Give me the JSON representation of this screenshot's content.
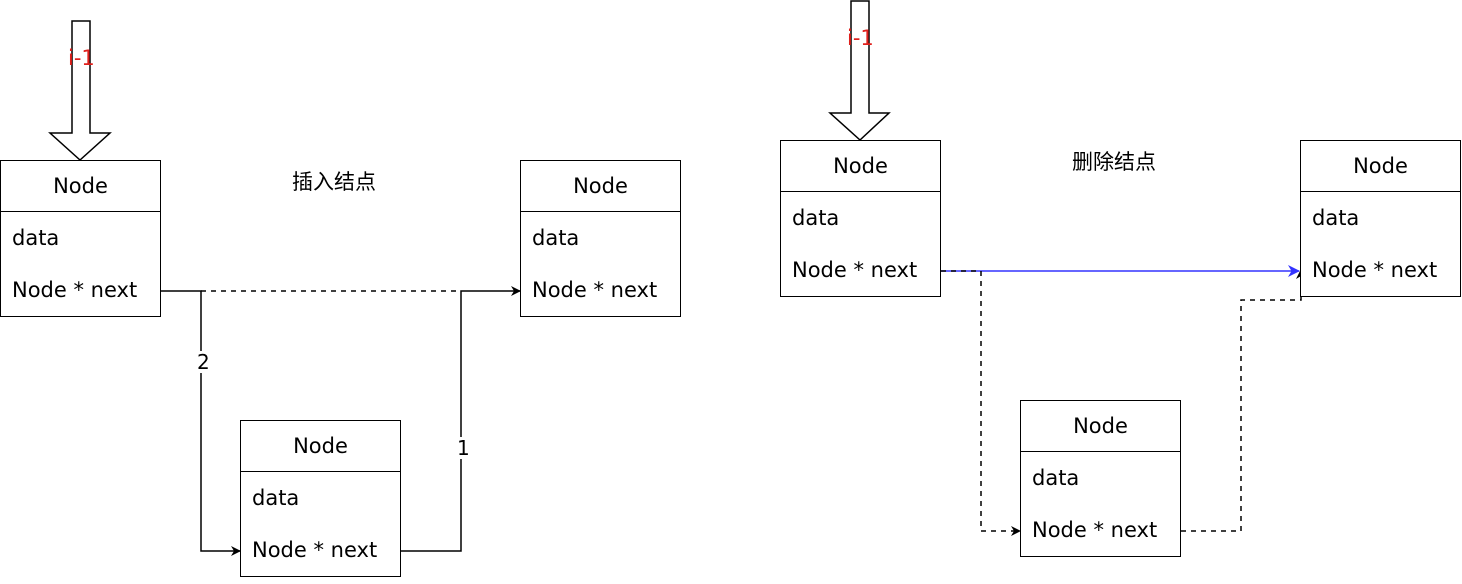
{
  "insert": {
    "title": "插入结点",
    "pointer_label": "i-1",
    "node_prev": {
      "title": "Node",
      "field_data": "data",
      "field_next": "Node * next"
    },
    "node_next": {
      "title": "Node",
      "field_data": "data",
      "field_next": "Node * next"
    },
    "node_new": {
      "title": "Node",
      "field_data": "data",
      "field_next": "Node * next"
    },
    "step_label_2": "2",
    "step_label_1": "1"
  },
  "delete": {
    "title": "删除结点",
    "pointer_label": "i-1",
    "node_prev": {
      "title": "Node",
      "field_data": "data",
      "field_next": "Node * next"
    },
    "node_next": {
      "title": "Node",
      "field_data": "data",
      "field_next": "Node * next"
    },
    "node_removed": {
      "title": "Node",
      "field_data": "data",
      "field_next": "Node * next"
    }
  },
  "colors": {
    "stroke": "#000000",
    "pointer_label": "#e0201c",
    "bypass_link": "#3333ff"
  }
}
